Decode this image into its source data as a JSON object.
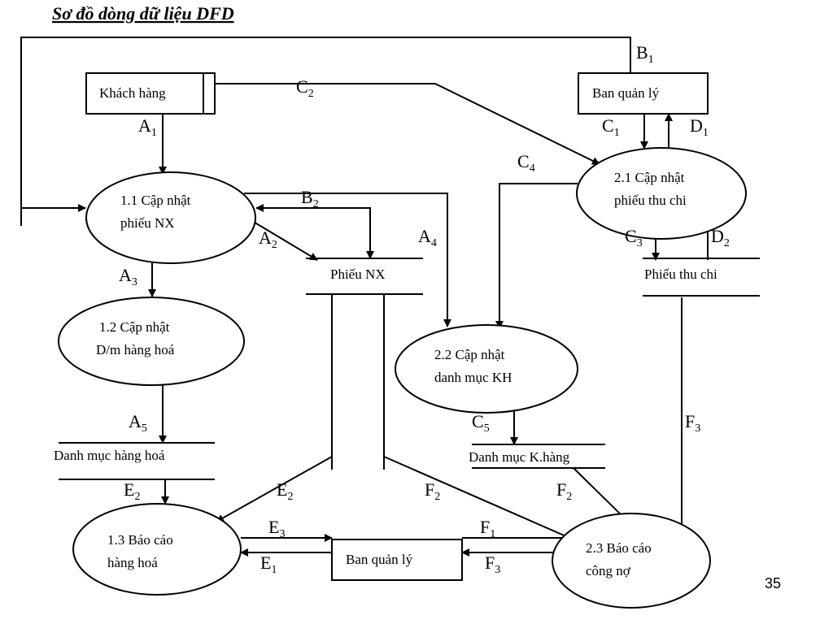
{
  "title": "Sơ đồ dòng dữ liệu DFD",
  "page_number": "35",
  "externals": {
    "customer": "Khách hàng",
    "management_top": "Ban quản lý",
    "management_bottom": "Ban quản lý"
  },
  "processes": {
    "p11": [
      "1.1 Cập nhật",
      "phiếu NX"
    ],
    "p12": [
      "1.2 Cập nhật",
      "D/m  hàng hoá"
    ],
    "p13": [
      "1.3 Báo cáo",
      "hàng hoá"
    ],
    "p21": [
      "2.1 Cập nhật",
      "phiếu thu chi"
    ],
    "p22": [
      "2.2 Cập nhật",
      "danh mục KH"
    ],
    "p23": [
      "2.3 Báo cáo",
      "công nợ"
    ]
  },
  "stores": {
    "phieu_nx": "Phiếu  NX",
    "phieu_thu_chi": "Phiếu thu chi",
    "dm_hang_hoa": "Danh mục hàng hoá",
    "dm_khach_hang": "Danh mục K.hàng"
  },
  "flows": {
    "a1": {
      "base": "A",
      "sub": "1"
    },
    "a2": {
      "base": "A",
      "sub": "2"
    },
    "a3": {
      "base": "A",
      "sub": "3"
    },
    "a4": {
      "base": "A",
      "sub": "4"
    },
    "a5": {
      "base": "A",
      "sub": "5"
    },
    "b1": {
      "base": "B",
      "sub": "1"
    },
    "b2": {
      "base": "B",
      "sub": "2"
    },
    "c1": {
      "base": "C",
      "sub": "1"
    },
    "c2": {
      "base": "C",
      "sub": "2"
    },
    "c3": {
      "base": "C",
      "sub": "3"
    },
    "c4": {
      "base": "C",
      "sub": "4"
    },
    "c5": {
      "base": "C",
      "sub": "5"
    },
    "d1": {
      "base": "D",
      "sub": "1"
    },
    "d2": {
      "base": "D",
      "sub": "2"
    },
    "e1": {
      "base": "E",
      "sub": "1"
    },
    "e2a": {
      "base": "E",
      "sub": "2"
    },
    "e2b": {
      "base": "E",
      "sub": "2"
    },
    "e3": {
      "base": "E",
      "sub": "3"
    },
    "f1": {
      "base": "F",
      "sub": "1"
    },
    "f2a": {
      "base": "F",
      "sub": "2"
    },
    "f2b": {
      "base": "F",
      "sub": "2"
    },
    "f3a": {
      "base": "F",
      "sub": "3"
    },
    "f3b": {
      "base": "F",
      "sub": "3"
    }
  }
}
